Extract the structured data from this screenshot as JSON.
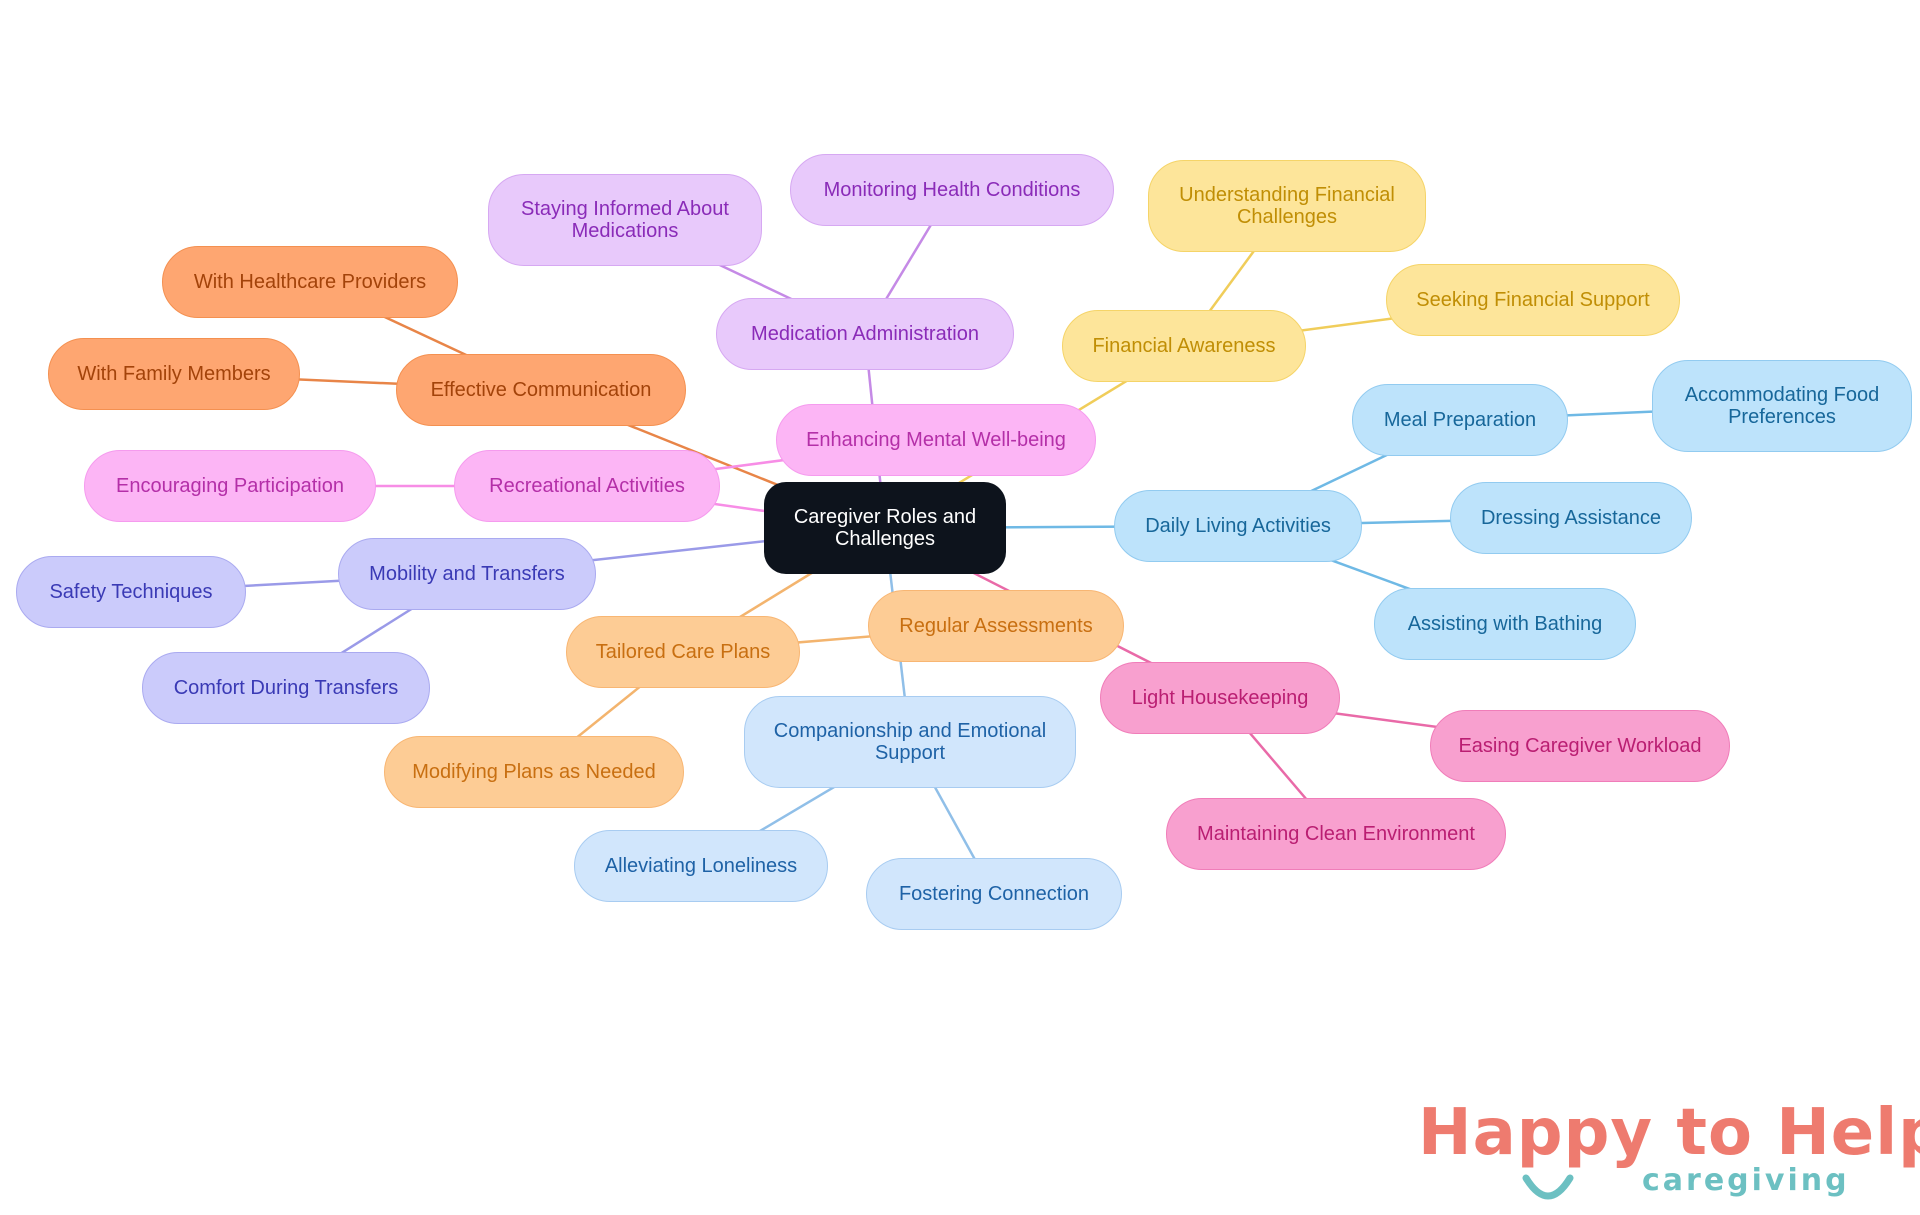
{
  "root": {
    "label": "Caregiver Roles and Challenges"
  },
  "edge_colors": {
    "orange2": "#e88548",
    "purple": "#c58ae6",
    "yellow": "#f0cd5a",
    "pink": "#f78de6",
    "blue": "#6fb9e5",
    "indigo": "#9a9ae8",
    "peach": "#f3b46e",
    "lblue": "#90bfe8",
    "magenta": "#e96aa8"
  },
  "nodes": [
    {
      "id": "effective-communication",
      "label": "Effective Communication",
      "color": "orange2"
    },
    {
      "id": "with-healthcare-providers",
      "label": "With Healthcare Providers",
      "color": "orange2"
    },
    {
      "id": "with-family-members",
      "label": "With Family Members",
      "color": "orange2"
    },
    {
      "id": "medication-administration",
      "label": "Medication Administration",
      "color": "purple"
    },
    {
      "id": "staying-informed-about-medications",
      "label": "Staying Informed About Medications",
      "color": "purple"
    },
    {
      "id": "monitoring-health-conditions",
      "label": "Monitoring Health Conditions",
      "color": "purple"
    },
    {
      "id": "financial-awareness",
      "label": "Financial Awareness",
      "color": "yellow"
    },
    {
      "id": "understanding-financial-challenges",
      "label": "Understanding Financial Challenges",
      "color": "yellow"
    },
    {
      "id": "seeking-financial-support",
      "label": "Seeking Financial Support",
      "color": "yellow"
    },
    {
      "id": "enhancing-mental-well-being",
      "label": "Enhancing Mental Well-being",
      "color": "pink"
    },
    {
      "id": "recreational-activities",
      "label": "Recreational Activities",
      "color": "pink"
    },
    {
      "id": "encouraging-participation",
      "label": "Encouraging Participation",
      "color": "pink"
    },
    {
      "id": "daily-living-activities",
      "label": "Daily Living Activities",
      "color": "blue"
    },
    {
      "id": "meal-preparation",
      "label": "Meal Preparation",
      "color": "blue"
    },
    {
      "id": "accommodating-food-preferences",
      "label": "Accommodating Food Preferences",
      "color": "blue"
    },
    {
      "id": "dressing-assistance",
      "label": "Dressing Assistance",
      "color": "blue"
    },
    {
      "id": "assisting-with-bathing",
      "label": "Assisting with Bathing",
      "color": "blue"
    },
    {
      "id": "mobility-and-transfers",
      "label": "Mobility and Transfers",
      "color": "indigo"
    },
    {
      "id": "safety-techniques",
      "label": "Safety Techniques",
      "color": "indigo"
    },
    {
      "id": "comfort-during-transfers",
      "label": "Comfort During Transfers",
      "color": "indigo"
    },
    {
      "id": "regular-assessments",
      "label": "Regular Assessments",
      "color": "peach"
    },
    {
      "id": "tailored-care-plans",
      "label": "Tailored Care Plans",
      "color": "peach"
    },
    {
      "id": "modifying-plans-as-needed",
      "label": "Modifying Plans as Needed",
      "color": "peach"
    },
    {
      "id": "companionship-and-emotional-support",
      "label": "Companionship and Emotional Support",
      "color": "lblue"
    },
    {
      "id": "alleviating-loneliness",
      "label": "Alleviating Loneliness",
      "color": "lblue"
    },
    {
      "id": "fostering-connection",
      "label": "Fostering Connection",
      "color": "lblue"
    },
    {
      "id": "light-housekeeping",
      "label": "Light Housekeeping",
      "color": "magenta"
    },
    {
      "id": "easing-caregiver-workload",
      "label": "Easing Caregiver Workload",
      "color": "magenta"
    },
    {
      "id": "maintaining-clean-environment",
      "label": "Maintaining Clean Environment",
      "color": "magenta"
    }
  ],
  "edges": [
    [
      "root",
      "effective-communication",
      "orange2"
    ],
    [
      "effective-communication",
      "with-healthcare-providers",
      "orange2"
    ],
    [
      "effective-communication",
      "with-family-members",
      "orange2"
    ],
    [
      "root",
      "medication-administration",
      "purple"
    ],
    [
      "medication-administration",
      "staying-informed-about-medications",
      "purple"
    ],
    [
      "medication-administration",
      "monitoring-health-conditions",
      "purple"
    ],
    [
      "root",
      "financial-awareness",
      "yellow"
    ],
    [
      "financial-awareness",
      "understanding-financial-challenges",
      "yellow"
    ],
    [
      "financial-awareness",
      "seeking-financial-support",
      "yellow"
    ],
    [
      "root",
      "recreational-activities",
      "pink"
    ],
    [
      "recreational-activities",
      "encouraging-participation",
      "pink"
    ],
    [
      "recreational-activities",
      "enhancing-mental-well-being",
      "pink"
    ],
    [
      "root",
      "daily-living-activities",
      "blue"
    ],
    [
      "daily-living-activities",
      "meal-preparation",
      "blue"
    ],
    [
      "meal-preparation",
      "accommodating-food-preferences",
      "blue"
    ],
    [
      "daily-living-activities",
      "dressing-assistance",
      "blue"
    ],
    [
      "daily-living-activities",
      "assisting-with-bathing",
      "blue"
    ],
    [
      "root",
      "mobility-and-transfers",
      "indigo"
    ],
    [
      "mobility-and-transfers",
      "safety-techniques",
      "indigo"
    ],
    [
      "mobility-and-transfers",
      "comfort-during-transfers",
      "indigo"
    ],
    [
      "root",
      "tailored-care-plans",
      "peach"
    ],
    [
      "tailored-care-plans",
      "regular-assessments",
      "peach"
    ],
    [
      "tailored-care-plans",
      "modifying-plans-as-needed",
      "peach"
    ],
    [
      "root",
      "companionship-and-emotional-support",
      "lblue"
    ],
    [
      "companionship-and-emotional-support",
      "alleviating-loneliness",
      "lblue"
    ],
    [
      "companionship-and-emotional-support",
      "fostering-connection",
      "lblue"
    ],
    [
      "root",
      "light-housekeeping",
      "magenta"
    ],
    [
      "light-housekeeping",
      "easing-caregiver-workload",
      "magenta"
    ],
    [
      "light-housekeeping",
      "maintaining-clean-environment",
      "magenta"
    ]
  ],
  "logo": {
    "main": "Happy to Help",
    "sub": "caregiving"
  }
}
